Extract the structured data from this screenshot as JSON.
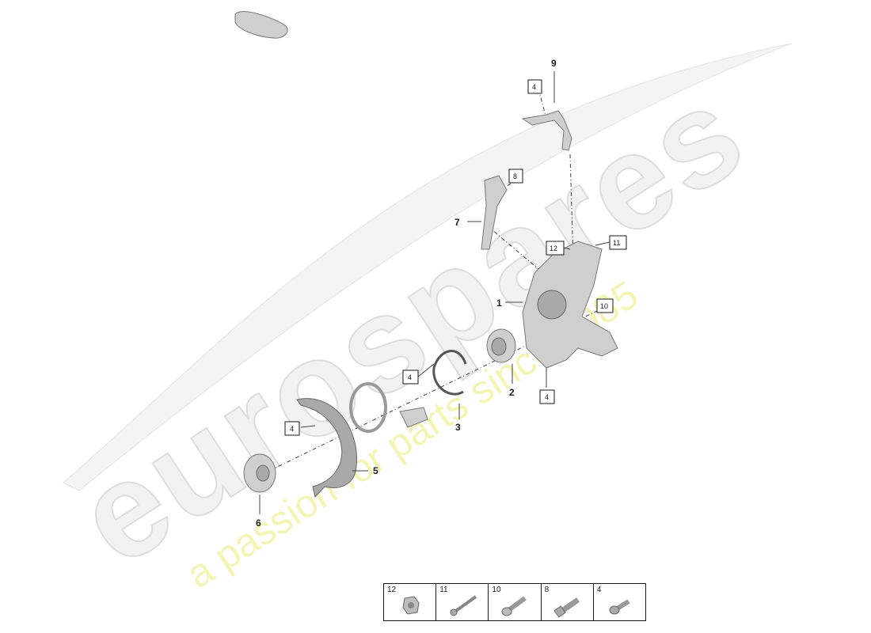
{
  "watermark": {
    "brand": "eurospares",
    "tagline": "a passion for parts since 1985"
  },
  "parts": {
    "p1": "1",
    "p2": "2",
    "p3": "3",
    "p5": "5",
    "p6": "6",
    "p7": "7",
    "p9": "9"
  },
  "refs": {
    "r4_top": "4",
    "r8": "8",
    "r12": "12",
    "r11": "11",
    "r10": "10",
    "r4_mid": "4",
    "r4_right": "4",
    "r4_left": "4"
  },
  "legend": [
    {
      "num": "12",
      "icon": "nut-icon"
    },
    {
      "num": "11",
      "icon": "long-bolt-icon"
    },
    {
      "num": "10",
      "icon": "flange-bolt-icon"
    },
    {
      "num": "8",
      "icon": "hex-bolt-icon"
    },
    {
      "num": "4",
      "icon": "short-bolt-icon"
    }
  ]
}
